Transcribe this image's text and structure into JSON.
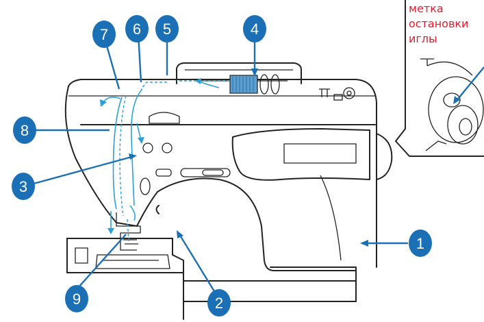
{
  "inset": {
    "lines": [
      "метка",
      "остановки",
      "иглы"
    ]
  },
  "callouts": [
    {
      "label": "1"
    },
    {
      "label": "2"
    },
    {
      "label": "3"
    },
    {
      "label": "4"
    },
    {
      "label": "5"
    },
    {
      "label": "6"
    },
    {
      "label": "7"
    },
    {
      "label": "8"
    },
    {
      "label": "9"
    }
  ],
  "colors": {
    "callout_fill": "#1a6fb5",
    "thread": "#2a9fd8",
    "inset_text": "#e8182b"
  }
}
